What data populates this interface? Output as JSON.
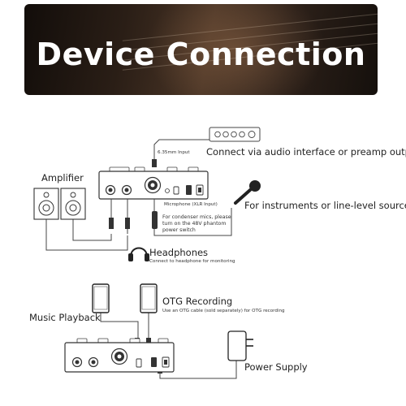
{
  "banner": {
    "title": "Device Connection"
  },
  "labels": {
    "input_635": "6.35mm Input",
    "audio_interface": "Connect via audio interface or preamp output",
    "amplifier": "Amplifier",
    "mic_xlr": "Microphone (XLR Input)",
    "instruments": "For instruments or line-level sources",
    "phantom_note": [
      "For condenser mics, please",
      "turn on the 48V phantom",
      "power switch"
    ],
    "headphones": "Headphones",
    "headphones_note": "Connect to headphone for monitoring",
    "otg_recording": "OTG Recording",
    "otg_note": "Use an OTG cable (sold separately) for OTG recording",
    "music_playback": "Music Playback",
    "power_supply": "Power Supply"
  }
}
